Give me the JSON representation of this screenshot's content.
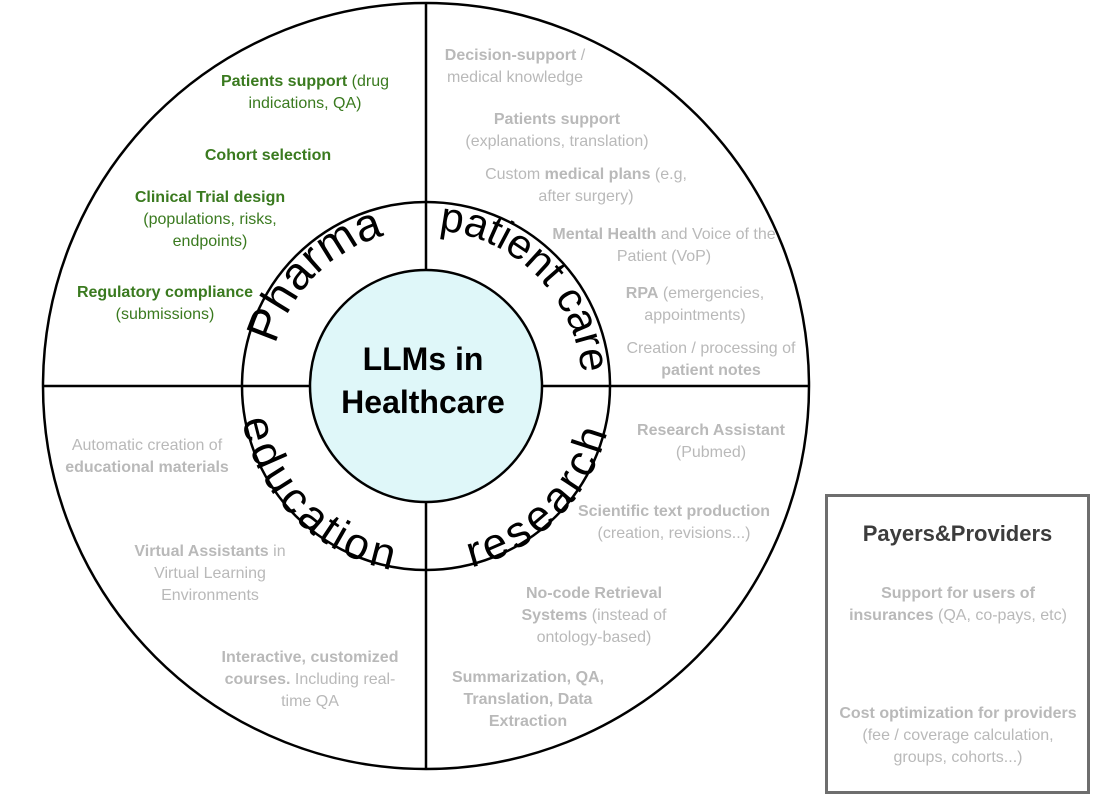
{
  "center": {
    "line1": "LLMs in",
    "line2": "Healthcare"
  },
  "quadrants": {
    "pharma": "Pharma",
    "patient_care": "patient care",
    "education": "education",
    "research": "research"
  },
  "pharma_items": [
    {
      "bold": "Patients support",
      "rest": " (drug indications, QA)"
    },
    {
      "bold": "Cohort selection",
      "rest": ""
    },
    {
      "bold": "Clinical Trial design",
      "rest": " (populations, risks, endpoints)"
    },
    {
      "bold": "Regulatory compliance",
      "rest": " (submissions)"
    }
  ],
  "patient_care_items": [
    {
      "pre": "",
      "bold": "Decision-support",
      "rest": " / medical knowledge"
    },
    {
      "pre": "",
      "bold": "Patients support",
      "rest": " (explanations, translation)"
    },
    {
      "pre": "Custom ",
      "bold": "medical plans",
      "rest": " (e.g, after surgery)"
    },
    {
      "pre": "",
      "bold": "Mental Health",
      "rest": " and Voice of the Patient (VoP)"
    },
    {
      "pre": "",
      "bold": "RPA",
      "rest": " (emergencies, appointments)"
    },
    {
      "pre": "Creation / processing of ",
      "bold": "patient notes",
      "rest": ""
    }
  ],
  "education_items": [
    {
      "pre": "Automatic creation of ",
      "bold": "educational materials",
      "rest": ""
    },
    {
      "pre": "",
      "bold": "Virtual Assistants",
      "rest": " in Virtual Learning Environments"
    },
    {
      "pre": "",
      "bold": "Interactive, customized courses.",
      "rest": " Including real-time QA"
    }
  ],
  "research_items": [
    {
      "pre": "",
      "bold": "Research Assistant",
      "rest": " (Pubmed)"
    },
    {
      "pre": "",
      "bold": "Scientific text production",
      "rest": " (creation, revisions...)"
    },
    {
      "pre": "",
      "bold": "No-code Retrieval Systems",
      "rest": " (instead of ontology-based)"
    },
    {
      "pre": "",
      "bold": "Summarization, QA, Translation, Data Extraction",
      "rest": ""
    }
  ],
  "payers_providers": {
    "title": "Payers&Providers",
    "items": [
      {
        "bold": "Support for users of insurances",
        "rest": " (QA, co-pays, etc)"
      },
      {
        "bold": "Cost optimization for providers",
        "rest": " (fee / coverage calculation, groups, cohorts...)"
      }
    ]
  },
  "colors": {
    "pharma_text": "#3a7a1f",
    "muted_text": "#b9b9b9",
    "center_fill": "#dff7f9",
    "ring_stroke": "#000000",
    "box_border": "#6e6e6e"
  }
}
